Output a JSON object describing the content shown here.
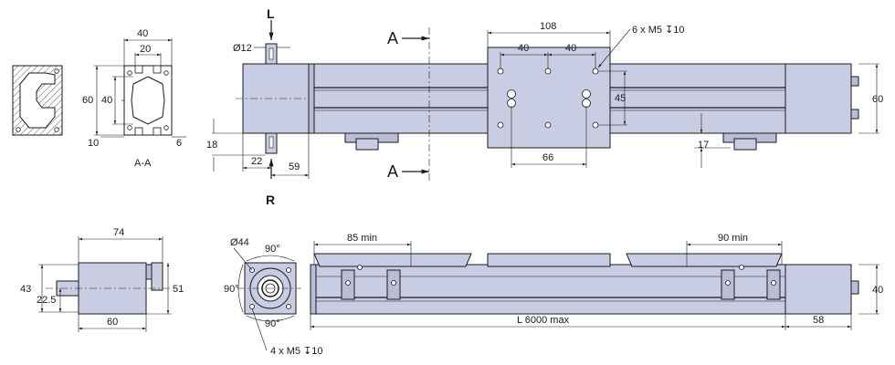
{
  "section_view": {
    "dims": {
      "w40": "40",
      "w20": "20",
      "h60": "60",
      "h40": "40",
      "d10": "10",
      "d6": "6"
    },
    "label": "A-A"
  },
  "top_view": {
    "labels": {
      "left": "L",
      "right": "R",
      "section_a_top": "A",
      "section_a_bottom": "A"
    },
    "dims": {
      "d12": "Ø12",
      "w108": "108",
      "w40a": "40",
      "w40b": "40",
      "holes": "6 x M5 ↧10",
      "h45": "45",
      "h60": "60",
      "d18": "18",
      "d22": "22",
      "d59": "59",
      "d66": "66",
      "d17": "17"
    }
  },
  "motor_view": {
    "dims": {
      "w74": "74",
      "h43": "43",
      "d22_5": "22.5",
      "h51": "51",
      "w60": "60"
    }
  },
  "side_view": {
    "dims": {
      "d44": "Ø44",
      "a90_top": "90°",
      "a90_left": "90°",
      "a90_bottom": "90°",
      "holes": "4 x M5 ↧10",
      "min85": "85 min",
      "min90": "90 min",
      "length": "L 6000 max",
      "w58": "58",
      "h40": "40"
    }
  }
}
